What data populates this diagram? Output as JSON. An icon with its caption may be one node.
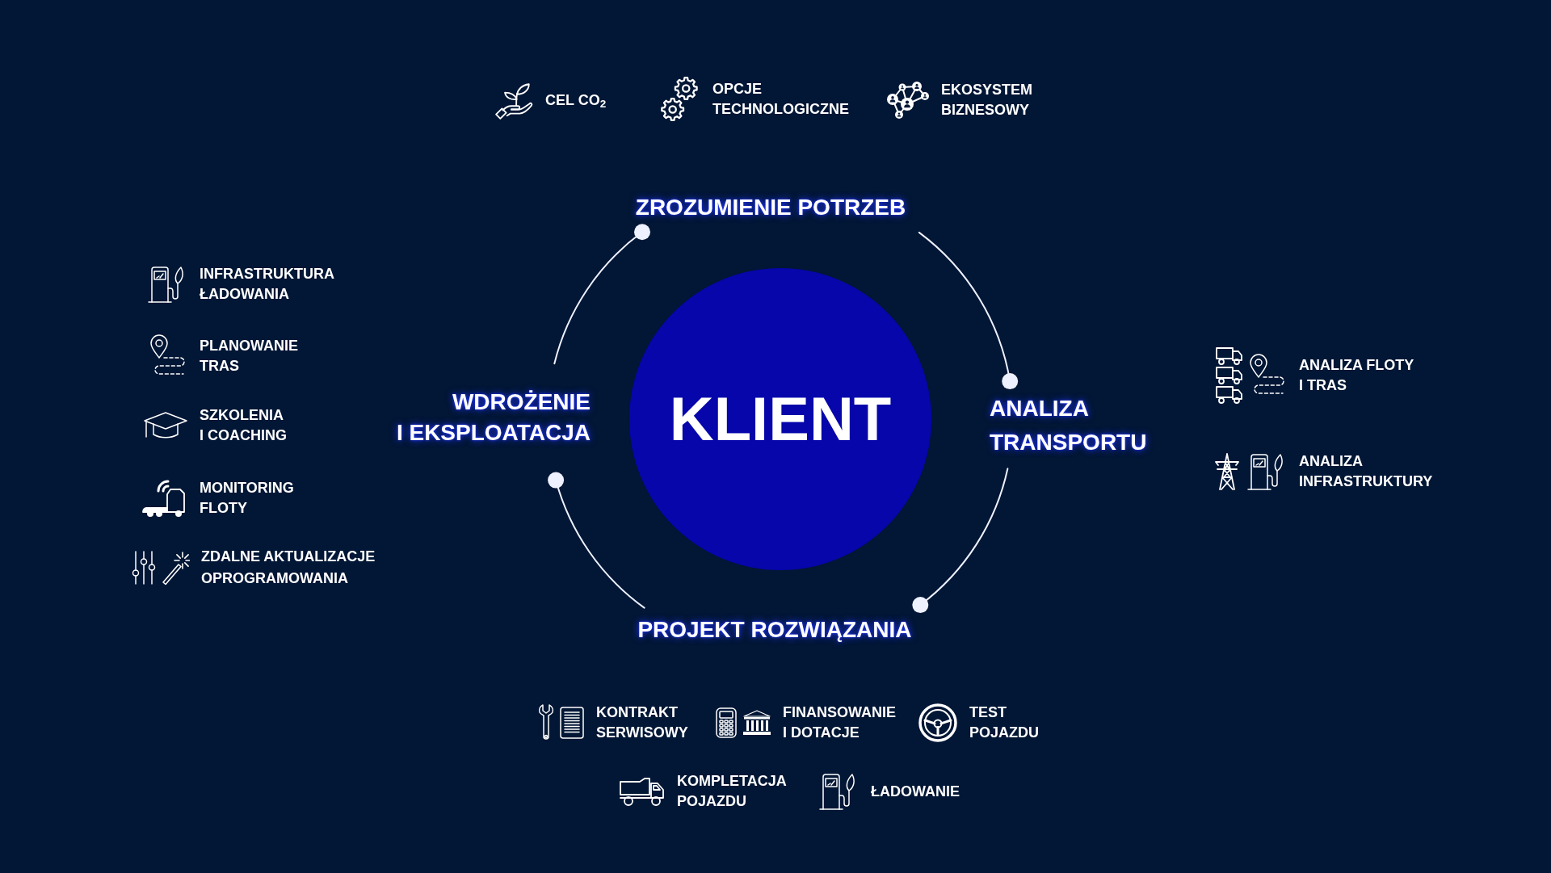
{
  "diagram": {
    "nodes": [
      {
        "text": [
          "ZROZUMIENIE POTRZEB"
        ]
      },
      {
        "text": [
          "WDROŻENIE I EKSPLOATACJA"
        ]
      },
      {
        "text": [
          "KLIENT"
        ]
      },
      {
        "text": [
          "ANALIZA TRANSPORTU"
        ]
      },
      {
        "text": [
          "PROJEKT ROZWIĄZANIA"
        ]
      }
    ],
    "edges": [
      {
        "from": 0,
        "to": 3,
        "arrow": "other"
      },
      {
        "from": 3,
        "to": 4,
        "arrow": "other"
      },
      {
        "from": 4,
        "to": 1,
        "arrow": "other"
      },
      {
        "from": 1,
        "to": 0,
        "arrow": "other"
      }
    ],
    "labels": [
      "CEL CO$_{2}$",
      "OPCJE TECHNOLOGICZNE",
      "EKOSYSTEM BIZNESOWY",
      "INFRASTRUKTURA ŁADOWANIA",
      "PLANOWANIE TRAS",
      "SZKOLENIA I COACHING",
      "MONITORING FLOTY",
      "ZDALNE AKTUALIZACJE OPROGRAMOWANIA",
      "ANALIZA FLOTY I TRAS",
      "ANALIZA INFRASTRUKTURY",
      "KONTRAKT SERWISOWY",
      "FINANSOWANIE I DOTACJE",
      "TEST POJAZDU",
      "KOMPLETACJA POJAZDU",
      "ŁADOWANIE"
    ]
  }
}
